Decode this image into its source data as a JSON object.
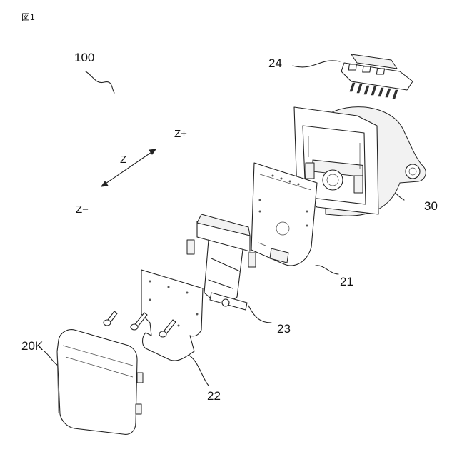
{
  "figure": {
    "caption": "図1"
  },
  "labels": {
    "assembly": "100",
    "connector": "24",
    "housing": "30",
    "board_rear": "21",
    "holder": "23",
    "board_front": "22",
    "cover": "20K"
  },
  "axes": {
    "z_plus": "Z+",
    "z": "Z",
    "z_minus": "Z−"
  }
}
